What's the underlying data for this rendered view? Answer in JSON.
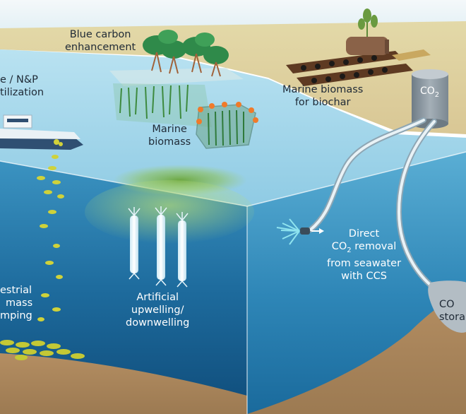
{
  "labels": {
    "blue_carbon": [
      "Blue carbon",
      "enhancement"
    ],
    "fertilization": [
      "e / N&P",
      "tilization"
    ],
    "marine_biomass": [
      "Marine",
      "biomass"
    ],
    "biochar": [
      "Marine biomass",
      "for biochar"
    ],
    "tank_co2": "CO",
    "tank_co2_sub": "2",
    "direct_co2": [
      "Direct"
    ],
    "direct_co2_line2_a": "CO",
    "direct_co2_line2_sub": "2",
    "direct_co2_line2_b": " removal",
    "direct_co2_rest": [
      "from seawater",
      "with CCS"
    ],
    "terrestrial": [
      "estrial",
      "mass",
      "mping"
    ],
    "upwelling": [
      "Artificial",
      "upwelling/",
      "downwelling"
    ],
    "storage": [
      "CO",
      "stora"
    ]
  },
  "colors": {
    "sky": "#e6f2f6",
    "sea_surface": "#a7d8ec",
    "water_left": "#1f6f9e",
    "water_right": "#2f86b8",
    "seabed": "#b99367",
    "tank": "#8e9aa3",
    "biomass_yellow": "#d2d23a",
    "seaweed_green": "#5ea05a"
  }
}
